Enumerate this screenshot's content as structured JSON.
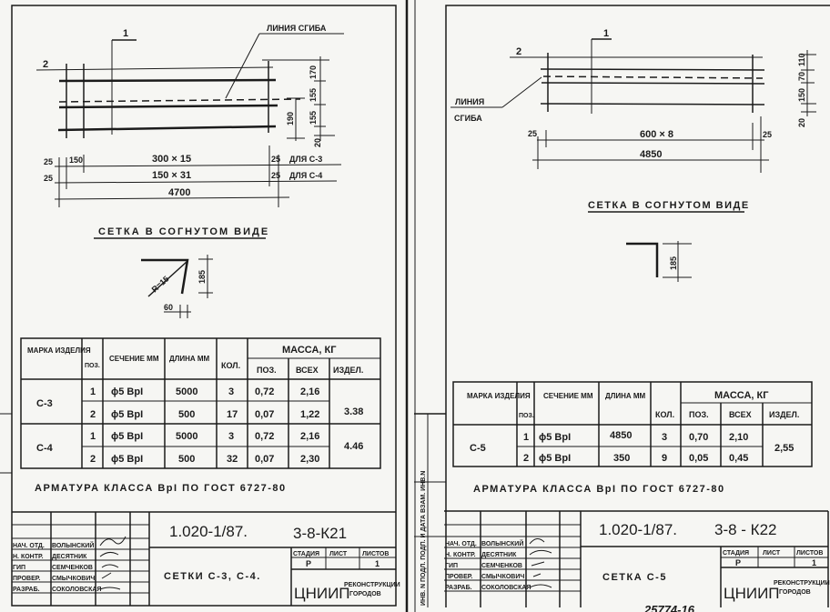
{
  "sheets": [
    {
      "drawing": {
        "pos1": "1",
        "pos2": "2",
        "bend_line": "ЛИНИЯ СГИБА",
        "dims_right": [
          "170",
          "155",
          "155",
          "20"
        ],
        "dim_190": "190",
        "dim_25a": "25",
        "dim_150": "150",
        "dim_300x15": "300 × 15",
        "dim_25b": "25",
        "for_c3": "ДЛЯ С-3",
        "dim_25c": "25",
        "dim_150x31": "150 × 31",
        "dim_25d": "25",
        "for_c4": "ДЛЯ С-4",
        "dim_4700": "4700",
        "bent_title": "СЕТКА В СОГНУТОМ ВИДЕ",
        "radius": "R=15",
        "dim_185": "185",
        "dim_60": "60"
      },
      "table": {
        "headers": {
          "mark": "МАРКА ИЗДЕЛИЯ",
          "pos": "ПОЗ.",
          "section": "СЕЧЕНИЕ ММ",
          "length": "ДЛИНА ММ",
          "qty": "КОЛ.",
          "mass": "МАССА, КГ",
          "mass_pos": "ПОЗ.",
          "mass_all": "ВСЕХ",
          "mass_item": "ИЗДЕЛ."
        },
        "groups": [
          {
            "mark": "С-3",
            "total": "3.38",
            "rows": [
              {
                "pos": "1",
                "section": "ϕ5 ВрI",
                "length": "5000",
                "qty": "3",
                "mass_pos": "0,72",
                "mass_all": "2,16"
              },
              {
                "pos": "2",
                "section": "ϕ5 ВрI",
                "length": "500",
                "qty": "17",
                "mass_pos": "0,07",
                "mass_all": "1,22"
              }
            ]
          },
          {
            "mark": "С-4",
            "total": "4.46",
            "rows": [
              {
                "pos": "1",
                "section": "ϕ5 ВрI",
                "length": "5000",
                "qty": "3",
                "mass_pos": "0,72",
                "mass_all": "2,16"
              },
              {
                "pos": "2",
                "section": "ϕ5 ВрI",
                "length": "500",
                "qty": "32",
                "mass_pos": "0,07",
                "mass_all": "2,30"
              }
            ]
          }
        ]
      },
      "note": "АРМАТУРА КЛАССА ВрI ПО ГОСТ 6727-80",
      "title_block": {
        "code": "1.020-1/87.",
        "sheet_code": "3-8-К21",
        "name": "СЕТКИ С-3, С-4.",
        "roles": [
          [
            "НАЧ. ОТД.",
            "ВОЛЫНСКИЙ"
          ],
          [
            "Н. КОНТР.",
            "ДЕСЯТНИК"
          ],
          [
            "ГИП",
            "СЕМЧЕНКОВ"
          ],
          [
            "ПРОВЕР.",
            "СМЫЧКОВИЧ"
          ],
          [
            "РАЗРАБ.",
            "СОКОЛОВСКАЯ"
          ]
        ],
        "stage_h": "СТАДИЯ",
        "sheet_h": "ЛИСТ",
        "sheets_h": "ЛИСТОВ",
        "stage": "Р",
        "sheets": "1",
        "org_logo": "ЦНИИП",
        "org_sub1": "РЕКОНСТРУКЦИИ",
        "org_sub2": "ГОРОДОВ"
      }
    },
    {
      "drawing": {
        "pos1": "1",
        "pos2": "2",
        "bend_line_1": "ЛИНИЯ",
        "bend_line_2": "СГИБА",
        "dims_right": [
          "110",
          "70",
          "150",
          "20"
        ],
        "dim_25a": "25",
        "dim_600x8": "600 × 8",
        "dim_25b": "25",
        "dim_4850": "4850",
        "bent_title": "СЕТКА В СОГНУТОМ ВИДЕ",
        "dim_185": "185"
      },
      "table": {
        "groups": [
          {
            "mark": "С-5",
            "total": "2,55",
            "rows": [
              {
                "pos": "1",
                "section": "ϕ5 ВрI",
                "length": "4850",
                "qty": "3",
                "mass_pos": "0,70",
                "mass_all": "2,10"
              },
              {
                "pos": "2",
                "section": "ϕ5 ВрI",
                "length": "350",
                "qty": "9",
                "mass_pos": "0,05",
                "mass_all": "0,45"
              }
            ]
          }
        ]
      },
      "note": "АРМАТУРА КЛАССА ВрI ПО ГОСТ 6727-80",
      "side_stamp": "ИНВ. N ПОДЛ.  ПОДП. И ДАТА  ВЗАМ. ИНВ.N",
      "title_block": {
        "code": "1.020-1/87.",
        "sheet_code": "3-8 - К22",
        "name": "СЕТКА С-5",
        "stage": "Р",
        "sheets": "1"
      },
      "footer_number": "25774-16"
    }
  ]
}
